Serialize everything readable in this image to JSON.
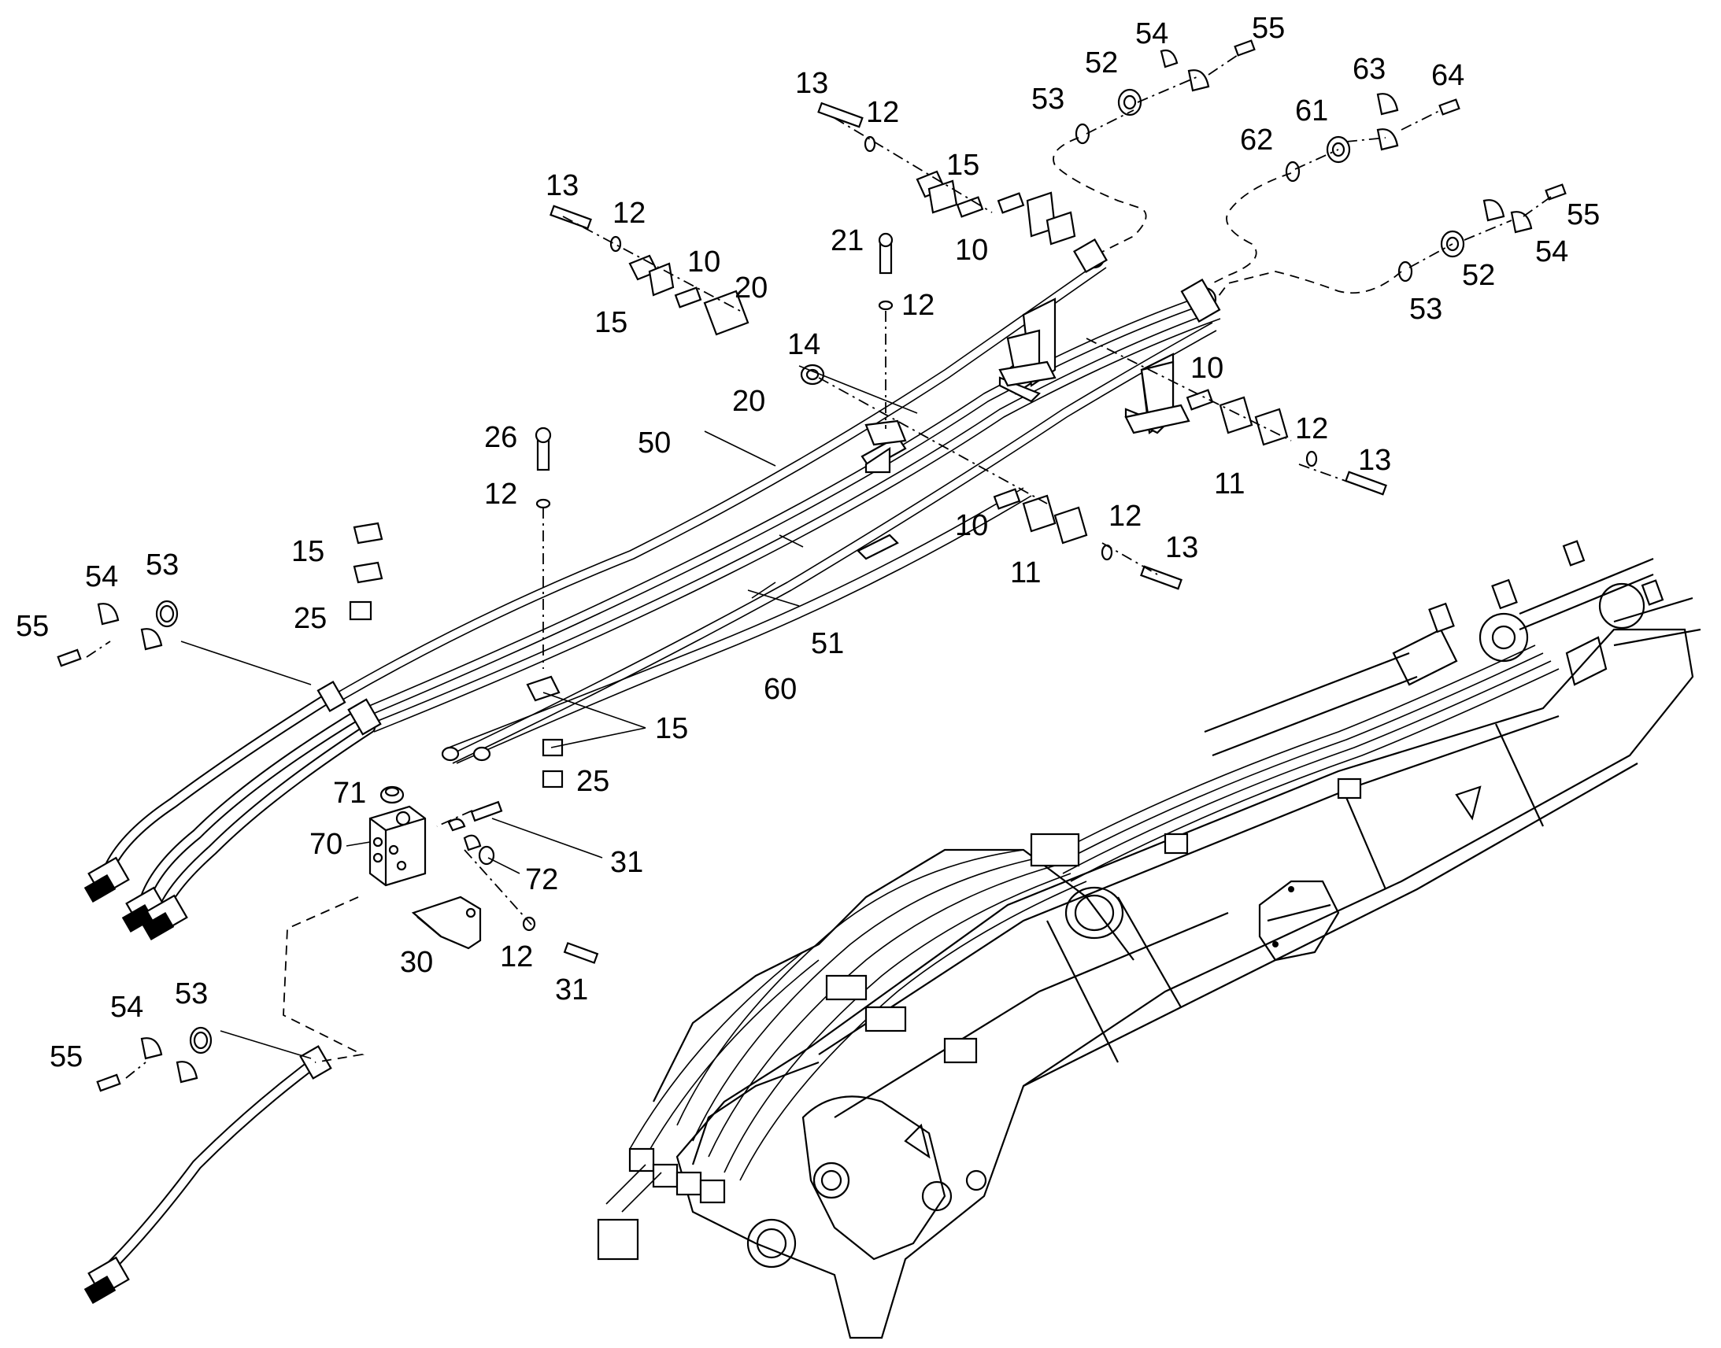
{
  "diagram": {
    "callouts": [
      {
        "id": "c-55a",
        "text": "55"
      },
      {
        "id": "c-54a",
        "text": "54"
      },
      {
        "id": "c-53a",
        "text": "53"
      },
      {
        "id": "c-52a",
        "text": "52"
      },
      {
        "id": "c-13a",
        "text": "13"
      },
      {
        "id": "c-12a",
        "text": "12"
      },
      {
        "id": "c-63",
        "text": "63"
      },
      {
        "id": "c-64",
        "text": "64"
      },
      {
        "id": "c-61",
        "text": "61"
      },
      {
        "id": "c-62",
        "text": "62"
      },
      {
        "id": "c-15a",
        "text": "15"
      },
      {
        "id": "c-10a",
        "text": "10"
      },
      {
        "id": "c-13b",
        "text": "13"
      },
      {
        "id": "c-12b",
        "text": "12"
      },
      {
        "id": "c-10b",
        "text": "10"
      },
      {
        "id": "c-20a",
        "text": "20"
      },
      {
        "id": "c-15b",
        "text": "15"
      },
      {
        "id": "c-21",
        "text": "21"
      },
      {
        "id": "c-12c",
        "text": "12"
      },
      {
        "id": "c-55b",
        "text": "55"
      },
      {
        "id": "c-54b",
        "text": "54"
      },
      {
        "id": "c-52b",
        "text": "52"
      },
      {
        "id": "c-53b",
        "text": "53"
      },
      {
        "id": "c-14",
        "text": "14"
      },
      {
        "id": "c-20b",
        "text": "20"
      },
      {
        "id": "c-10c",
        "text": "10"
      },
      {
        "id": "c-12d",
        "text": "12"
      },
      {
        "id": "c-13c",
        "text": "13"
      },
      {
        "id": "c-11a",
        "text": "11"
      },
      {
        "id": "c-26",
        "text": "26"
      },
      {
        "id": "c-50",
        "text": "50"
      },
      {
        "id": "c-12e",
        "text": "12"
      },
      {
        "id": "c-10d",
        "text": "10"
      },
      {
        "id": "c-12f",
        "text": "12"
      },
      {
        "id": "c-13d",
        "text": "13"
      },
      {
        "id": "c-11b",
        "text": "11"
      },
      {
        "id": "c-54c",
        "text": "54"
      },
      {
        "id": "c-53c",
        "text": "53"
      },
      {
        "id": "c-15c",
        "text": "15"
      },
      {
        "id": "c-55c",
        "text": "55"
      },
      {
        "id": "c-25a",
        "text": "25"
      },
      {
        "id": "c-51",
        "text": "51"
      },
      {
        "id": "c-60",
        "text": "60"
      },
      {
        "id": "c-15d",
        "text": "15"
      },
      {
        "id": "c-71",
        "text": "71"
      },
      {
        "id": "c-25b",
        "text": "25"
      },
      {
        "id": "c-70",
        "text": "70"
      },
      {
        "id": "c-31a",
        "text": "31"
      },
      {
        "id": "c-72",
        "text": "72"
      },
      {
        "id": "c-12g",
        "text": "12"
      },
      {
        "id": "c-30",
        "text": "30"
      },
      {
        "id": "c-31b",
        "text": "31"
      },
      {
        "id": "c-54d",
        "text": "54"
      },
      {
        "id": "c-53d",
        "text": "53"
      },
      {
        "id": "c-55d",
        "text": "55"
      }
    ]
  }
}
